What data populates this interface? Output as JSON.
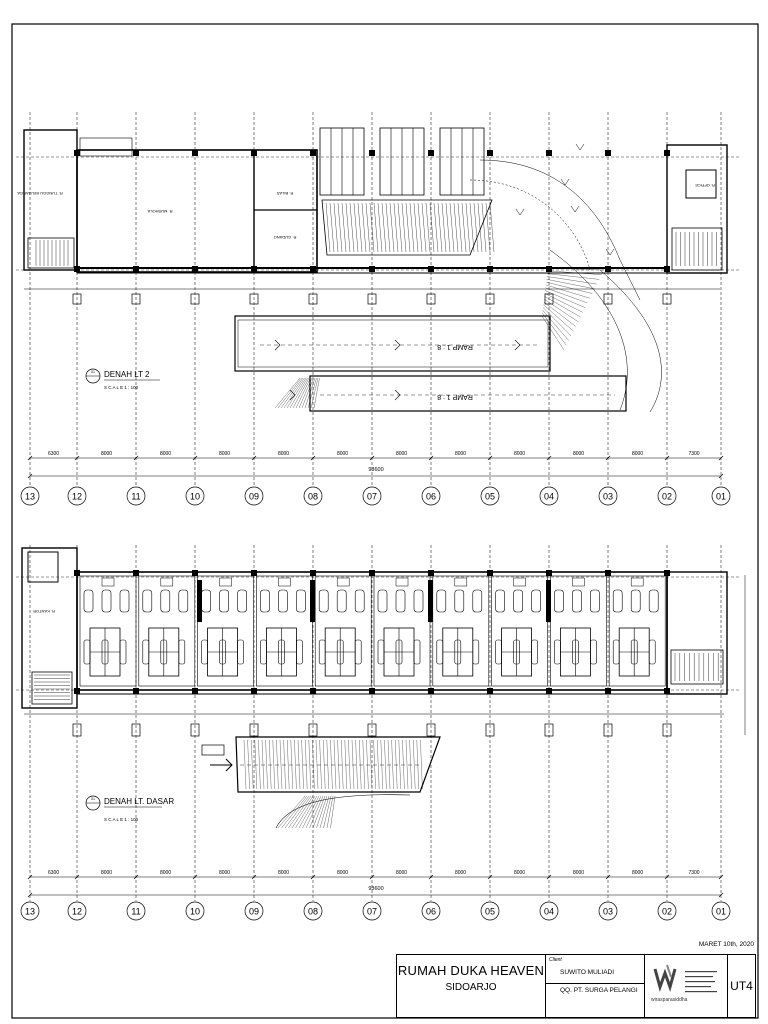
{
  "plans": [
    {
      "title": "DENAH LT 2",
      "scale": "S C A L E   1 : 100",
      "number": "01",
      "total_dim": "93600",
      "ramp_labels": [
        "RAMP 1 : 8",
        "RAMP 1 : 8"
      ]
    },
    {
      "title": "DENAH LT. DASAR",
      "scale": "S C A L E   1 : 100",
      "number": "01",
      "total_dim": "93600"
    }
  ],
  "grid_dims": [
    "6300",
    "8000",
    "8000",
    "8000",
    "8000",
    "8000",
    "8000",
    "8000",
    "8000",
    "8000",
    "8000",
    "7300"
  ],
  "grid_labels": [
    "13",
    "12",
    "11",
    "10",
    "09",
    "08",
    "07",
    "06",
    "05",
    "04",
    "03",
    "02",
    "01"
  ],
  "rooms": {
    "gudang_keluarga": "R. TUNGGU KELUARGA",
    "office_lt2": "R. OFFICE",
    "bath": "R. BILAS",
    "gudang": "R. GUDANG",
    "mushola": "R. MUSHOLA",
    "kantor": "R. KANTOR"
  },
  "date": "MARET 10th, 2020",
  "title_block": {
    "project": "RUMAH DUKA HEAVEN",
    "location": "SIDOARJO",
    "client_label": "Client",
    "client_name": "SUWITO MULIADI",
    "client_company": "QQ. PT. SURGA PELANGI",
    "firm": "wirasparasiddha",
    "sheet_code": "UT4"
  }
}
